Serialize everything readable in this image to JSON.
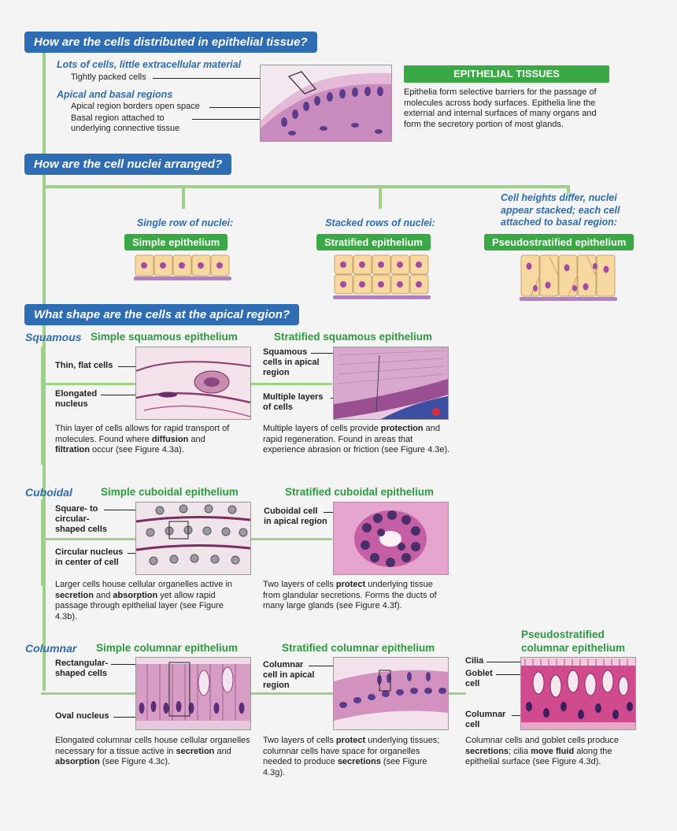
{
  "questions": {
    "q1": "How are the cells distributed in epithelial tissue?",
    "q2": "How are the cell nuclei arranged?",
    "q3": "What shape are the cells at the apical region?"
  },
  "distribution": {
    "lots_title": "Lots of cells, little extracellular material",
    "tightly": "Tightly packed cells",
    "apical_title": "Apical and basal regions",
    "apical_borders": "Apical region borders open space",
    "basal_line1": "Basal region attached to",
    "basal_line2": "underlying connective tissue"
  },
  "epithelial_box": {
    "title": "EPITHELIAL TISSUES",
    "text": "Epithelia form selective barriers for the passage of molecules across body surfaces. Epithelia line the external and internal surfaces of many organs and form the secretory portion of most glands."
  },
  "nuclei": {
    "single_q": "Single row of nuclei:",
    "single_label": "Simple epithelium",
    "stacked_q": "Stacked rows of nuclei:",
    "stacked_label": "Stratified epithelium",
    "pseudo_q": "Cell heights differ, nuclei appear stacked; each cell attached to basal region:",
    "pseudo_label": "Pseudostratified epithelium"
  },
  "squamous": {
    "shape": "Squamous",
    "simple_title": "Simple squamous epithelium",
    "simple_l1": "Thin, flat cells",
    "simple_l2a": "Elongated",
    "simple_l2b": "nucleus",
    "simple_desc_a": "Thin layer of cells allows for rapid transport of molecules. Found where ",
    "simple_desc_b1": "diffusion",
    "simple_desc_c": " and ",
    "simple_desc_b2": "filtration",
    "simple_desc_d": " occur (see Figure 4.3a).",
    "strat_title": "Stratified squamous epithelium",
    "strat_l1a": "Squamous",
    "strat_l1b": "cells in apical",
    "strat_l1c": "region",
    "strat_l2a": "Multiple layers",
    "strat_l2b": "of cells",
    "strat_desc_a": "Multiple layers of cells provide ",
    "strat_desc_b": "protection",
    "strat_desc_c": " and rapid regeneration. Found in areas that experience abrasion or friction (see Figure 4.3e)."
  },
  "cuboidal": {
    "shape": "Cuboidal",
    "simple_title": "Simple cuboidal epithelium",
    "simple_l1a": "Square- to",
    "simple_l1b": "circular-",
    "simple_l1c": "shaped cells",
    "simple_l2a": "Circular nucleus",
    "simple_l2b": "in center of cell",
    "simple_desc_a": "Larger cells house cellular organelles active in ",
    "simple_desc_b1": "secretion",
    "simple_desc_c": " and ",
    "simple_desc_b2": "absorption",
    "simple_desc_d": " yet allow rapid passage through epithelial layer (see Figure 4.3b).",
    "strat_title": "Stratified cuboidal epithelium",
    "strat_l1a": "Cuboidal cell",
    "strat_l1b": "in apical region",
    "strat_desc_a": "Two layers of cells ",
    "strat_desc_b": "protect",
    "strat_desc_c": " underlying tissue from glandular secretions. Forms the ducts of many large glands (see Figure 4.3f)."
  },
  "columnar": {
    "shape": "Columnar",
    "simple_title": "Simple columnar epithelium",
    "simple_l1a": "Rectangular-",
    "simple_l1b": "shaped cells",
    "simple_l2": "Oval nucleus",
    "simple_desc_a": "Elongated columnar cells house cellular organelles necessary for a tissue active in ",
    "simple_desc_b1": "secretion",
    "simple_desc_c": " and ",
    "simple_desc_b2": "absorption",
    "simple_desc_d": " (see Figure 4.3c).",
    "strat_title": "Stratified columnar epithelium",
    "strat_l1a": "Columnar",
    "strat_l1b": "cell in apical",
    "strat_l1c": "region",
    "strat_desc_a": "Two layers of cells ",
    "strat_desc_b": "protect",
    "strat_desc_c": " underlying tissues; columnar cells have space for organelles needed to produce ",
    "strat_desc_d": "secretions",
    "strat_desc_e": " (see Figure 4.3g).",
    "pseudo_title1": "Pseudostratified",
    "pseudo_title2": "columnar epithelium",
    "pseudo_l1": "Cilia",
    "pseudo_l2a": "Goblet",
    "pseudo_l2b": "cell",
    "pseudo_l3a": "Columnar",
    "pseudo_l3b": "cell",
    "pseudo_desc_a": "Columnar cells and goblet cells produce ",
    "pseudo_desc_b": "secretions",
    "pseudo_desc_c": "; cilia ",
    "pseudo_desc_d": "move fluid",
    "pseudo_desc_e": " along the epithelial surface (see Figure 4.3d)."
  }
}
